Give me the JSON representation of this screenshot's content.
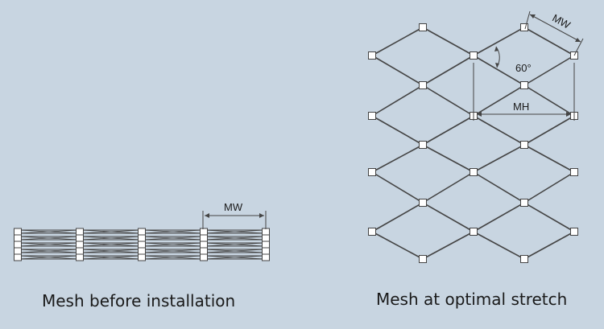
{
  "captions": {
    "before": "Mesh before installation",
    "after": "Mesh at optimal stretch"
  },
  "labels": {
    "mw_folded": "MW",
    "mw_stretched": "MW",
    "mh": "MH",
    "angle": "60°"
  },
  "colors": {
    "background": "#c8d5e1",
    "line": "#444444",
    "node_fill": "#ffffff"
  }
}
